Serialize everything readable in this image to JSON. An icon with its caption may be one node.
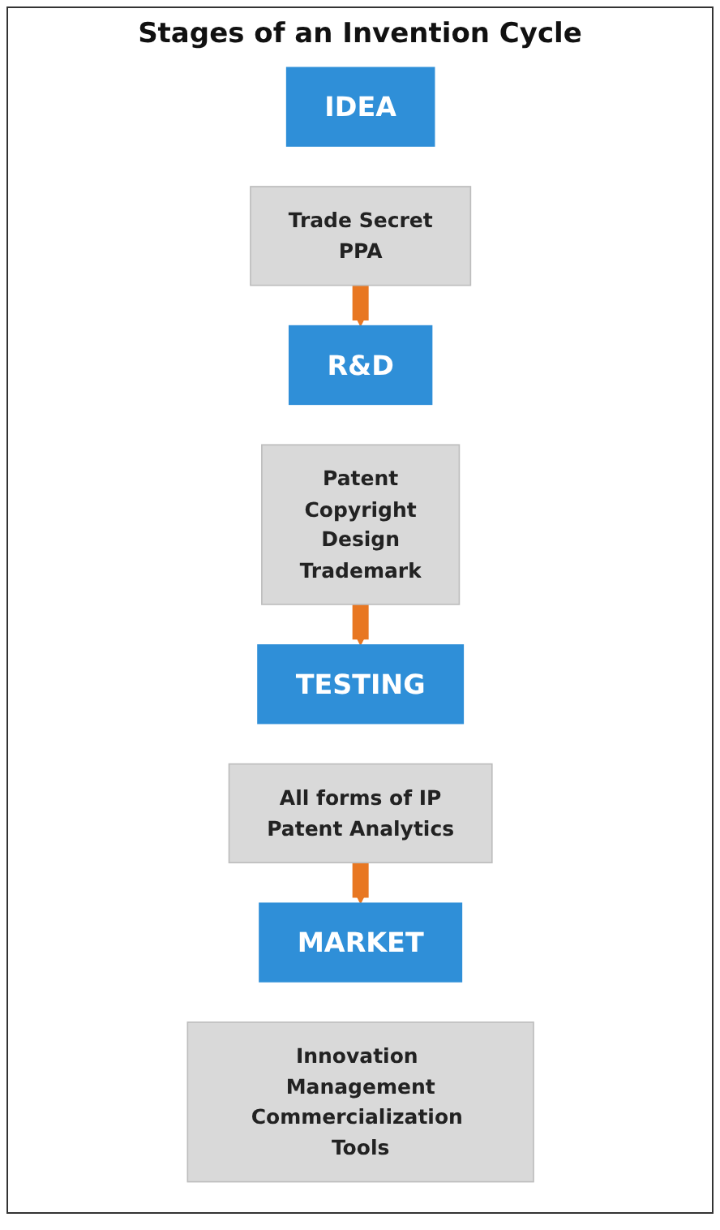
{
  "diagram": {
    "title": "Stages of an Invention Cycle",
    "nodes": [
      {
        "text": [
          "IDEA"
        ]
      },
      {
        "text": [
          "Trade Secret",
          "PPA"
        ]
      },
      {
        "text": [
          "R&D"
        ]
      },
      {
        "text": [
          "Patent",
          "Copyright",
          "Design",
          "Trademark"
        ]
      },
      {
        "text": [
          "TESTING"
        ]
      },
      {
        "text": [
          "All forms of IP",
          "Patent Analytics"
        ]
      },
      {
        "text": [
          "MARKET"
        ]
      },
      {
        "text": [
          "Innovation Management",
          "Commercialization Tools"
        ]
      }
    ],
    "edges": [
      {
        "from": 1,
        "to": 2,
        "arrow": "to"
      },
      {
        "from": 3,
        "to": 4,
        "arrow": "to"
      },
      {
        "from": 5,
        "to": 6,
        "arrow": "to"
      }
    ]
  }
}
